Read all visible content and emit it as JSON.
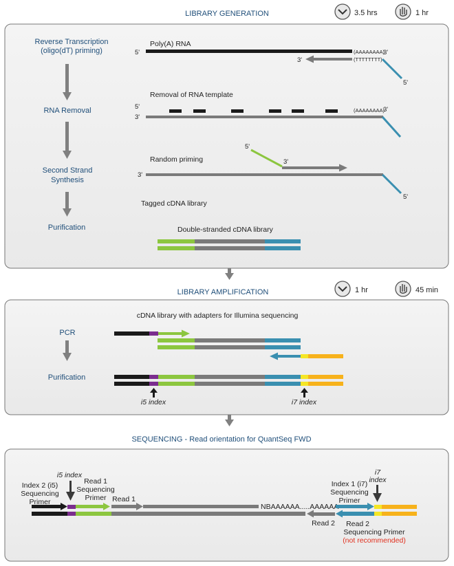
{
  "colors": {
    "black": "#1a1a1a",
    "gray": "#7a7a7a",
    "green": "#8cc63f",
    "blue": "#3a8fb0",
    "yellow": "#f5e626",
    "orange": "#f7b21b",
    "purple": "#7b2d8e",
    "heading": "#1f4e79",
    "warning": "#e0301e"
  },
  "icons": [
    "chevron-down-icon",
    "hand-icon"
  ],
  "section1": {
    "title": "LIBRARY GENERATION",
    "time_total": "3.5 hrs",
    "time_hands_on": "1 hr",
    "steps": [
      {
        "line1": "Reverse Transcription",
        "line2": "(oligo(dT) priming)"
      },
      {
        "line1": "RNA Removal",
        "line2": ""
      },
      {
        "line1": "Second Strand",
        "line2": "Synthesis"
      },
      {
        "line1": "Purification",
        "line2": ""
      }
    ],
    "labels": {
      "polya": "Poly(A) RNA",
      "removal": "Removal of RNA template",
      "random": "Random priming",
      "tagged": "Tagged cDNA library",
      "double": "Double-stranded cDNA library"
    },
    "polyA_seq": "(AAAAAAAA)",
    "polyT_seq": "(TTTTTTTT)",
    "five_prime": "5'",
    "three_prime": "3'"
  },
  "section2": {
    "title": "LIBRARY AMPLIFICATION",
    "time_total": "1 hr",
    "time_hands_on": "45 min",
    "steps": [
      "PCR",
      "Purification"
    ],
    "label": "cDNA library with adapters for Illumina sequencing",
    "i5": "i5 index",
    "i7": "i7 index"
  },
  "section3": {
    "title": "SEQUENCING - Read orientation for QuantSeq FWD",
    "index2_lines": [
      "Index 2 (i5)",
      "Sequencing",
      "Primer"
    ],
    "i5": "i5 index",
    "read1_primer_lines": [
      "Read 1",
      "Sequencing",
      "Primer"
    ],
    "read1": "Read 1",
    "seq": "NBAAAAAA.....AAAAAA",
    "index1_lines": [
      "Index 1 (i7)",
      "Sequencing",
      "Primer"
    ],
    "i7_lines": [
      "i7",
      "index"
    ],
    "read2": "Read 2",
    "read2_primer_lines": [
      "Read 2",
      "Sequencing Primer"
    ],
    "not_recommended": "(not recommended)"
  }
}
